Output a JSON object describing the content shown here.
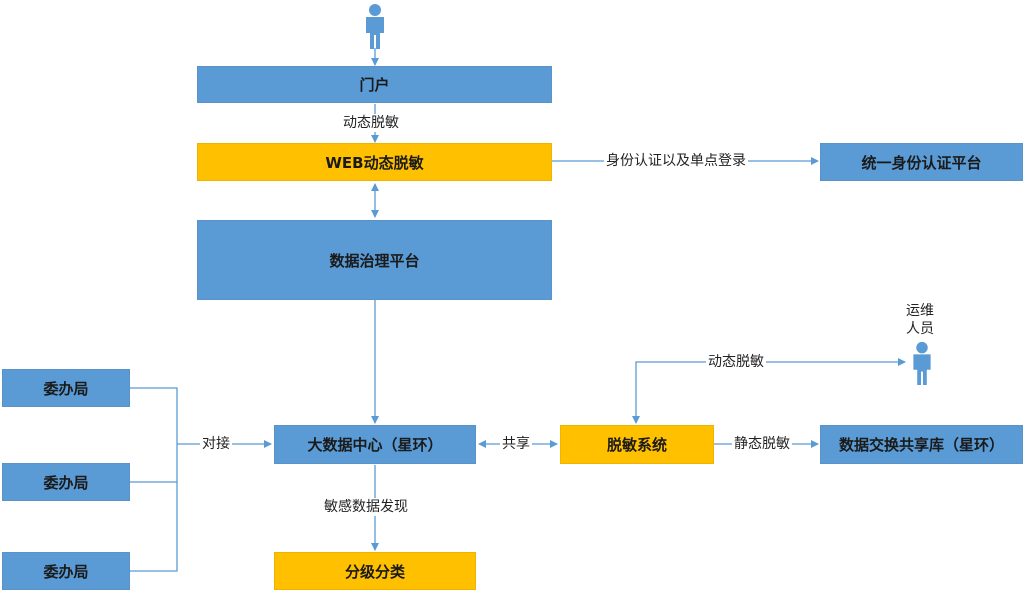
{
  "colors": {
    "blue_box": "#5b9bd5",
    "gold_box": "#ffc000",
    "connector": "#5b9bd5",
    "person": "#5b9bd5"
  },
  "icons": {
    "user": "person-icon",
    "ops_user": "person-icon"
  },
  "boxes": {
    "portal": "门户",
    "web_masking": "WEB动态脱敏",
    "unified_identity": "统一身份认证平台",
    "governance": "数据治理平台",
    "bigdata_center": "大数据中心（星环）",
    "masking_system": "脱敏系统",
    "exchange_lib": "数据交换共享库（星环）",
    "classification": "分级分类",
    "office_1": "委办局",
    "office_2": "委办局",
    "office_3": "委办局"
  },
  "labels": {
    "dynamic_masking_top": "动态脱敏",
    "identity_sso": "身份认证以及单点登录",
    "dynamic_masking_right": "动态脱敏",
    "ops_staff": "运维\n人员",
    "share": "共享",
    "static_masking": "静态脱敏",
    "docking": "对接",
    "sensitive_discovery": "敏感数据发现"
  }
}
